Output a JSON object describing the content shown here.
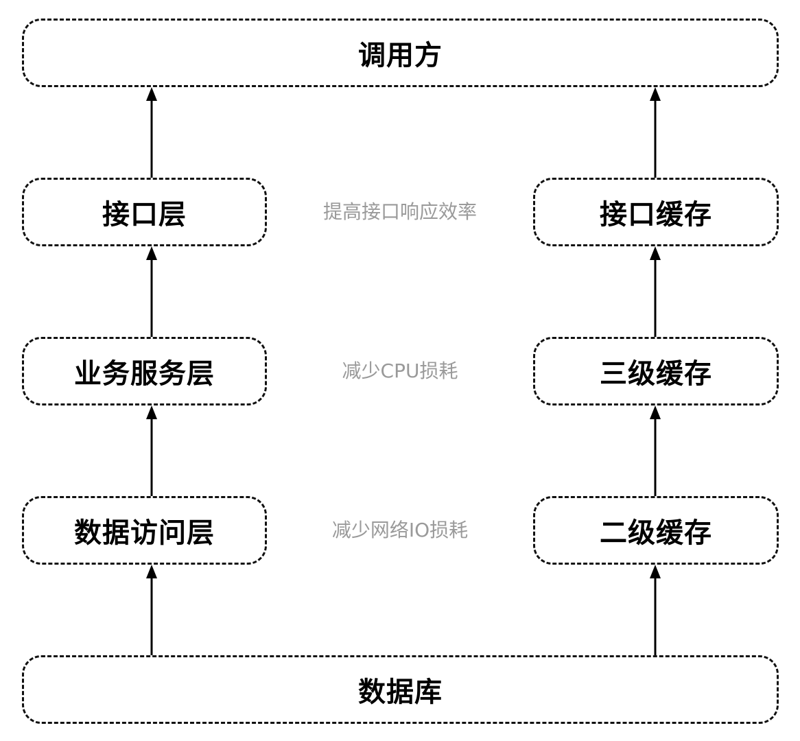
{
  "nodes": {
    "caller": "调用方",
    "database": "数据库",
    "left": {
      "interface_layer": "接口层",
      "business_layer": "业务服务层",
      "data_access_layer": "数据访问层"
    },
    "right": {
      "interface_cache": "接口缓存",
      "l3_cache": "三级缓存",
      "l2_cache": "二级缓存"
    }
  },
  "notes": {
    "interface": "提高接口响应效率",
    "cpu": "减少CPU损耗",
    "network": "减少网络IO损耗"
  },
  "colors": {
    "border": "#111111",
    "text": "#000000",
    "note_text": "#9a9a9a",
    "arrow": "#000000"
  }
}
